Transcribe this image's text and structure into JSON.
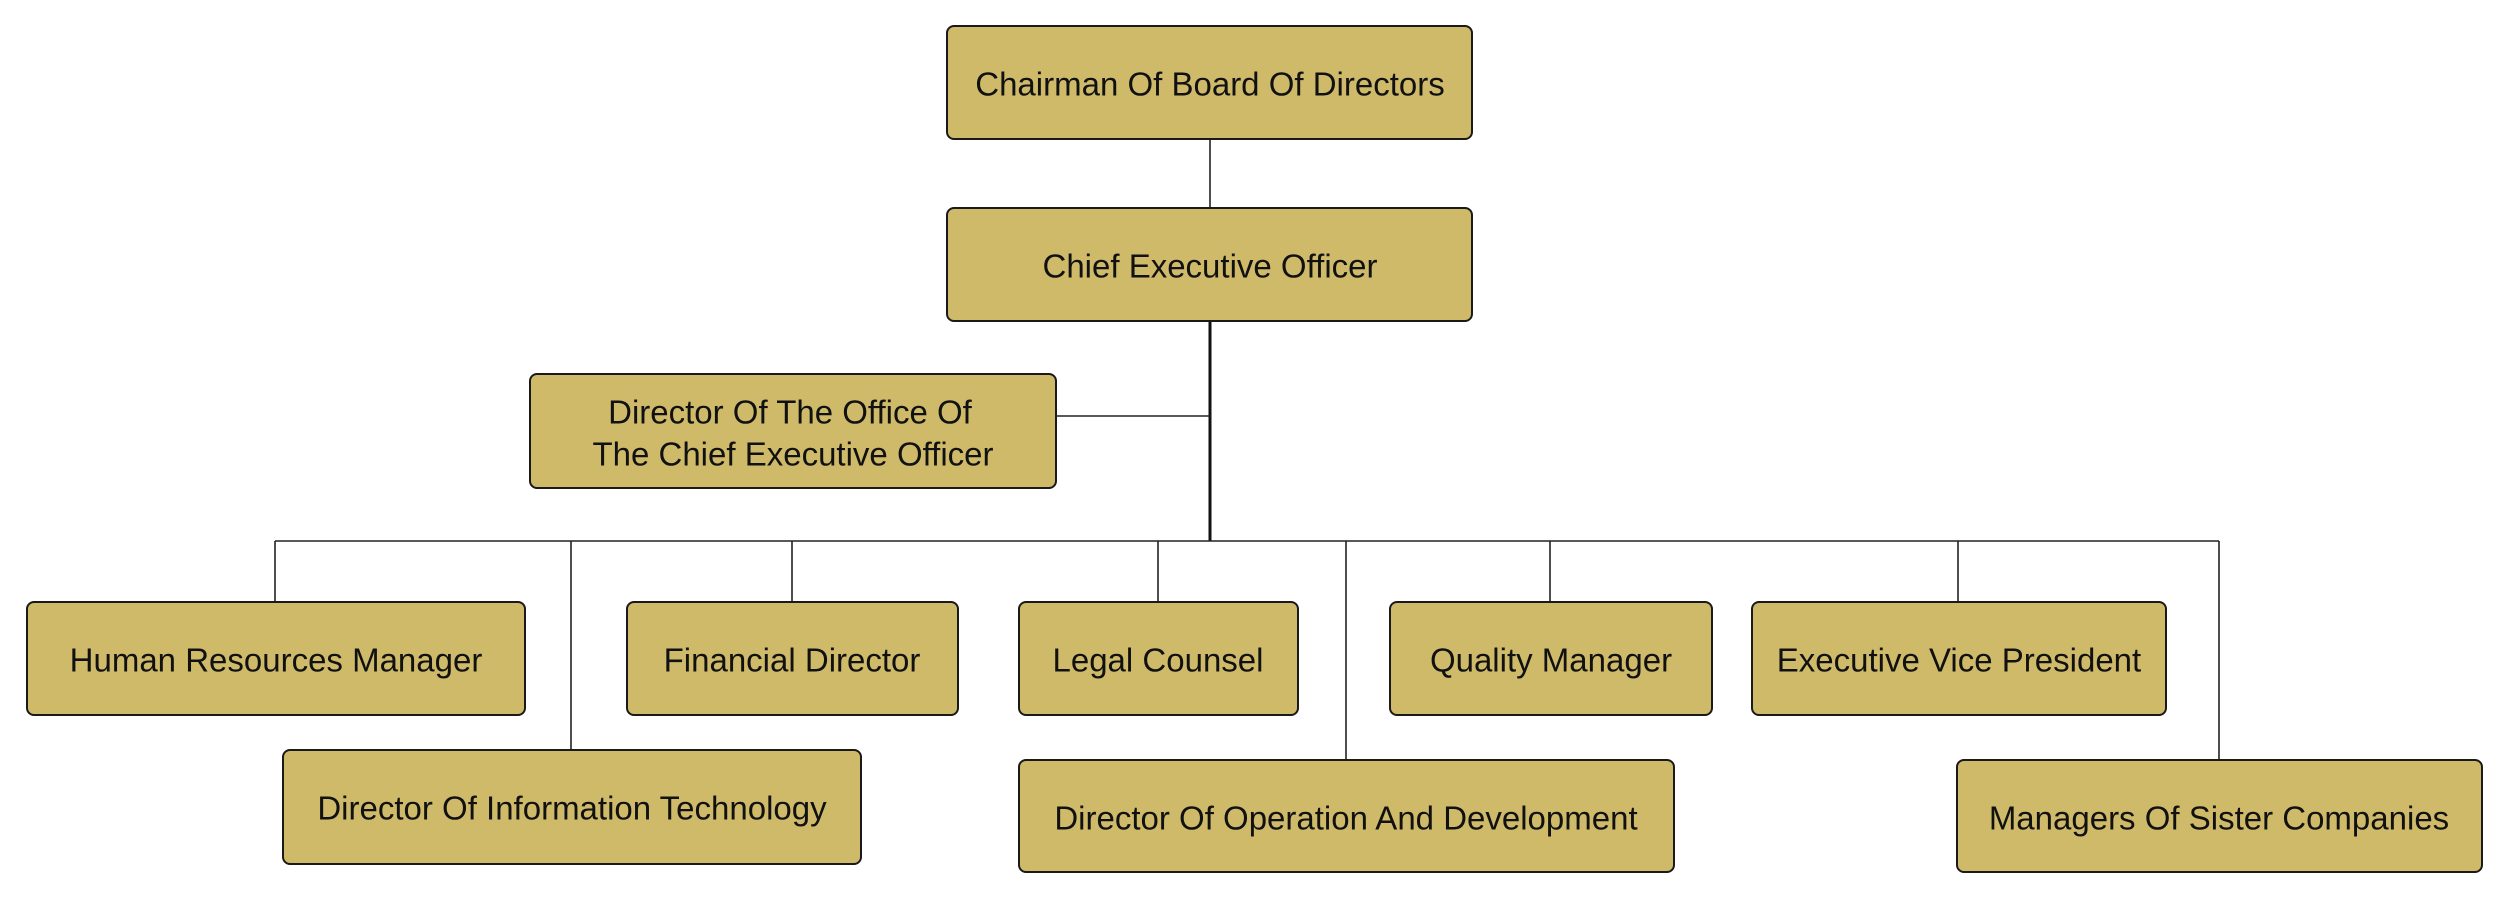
{
  "chart": {
    "fill_color": "#cfba69",
    "nodes": {
      "chairman": "Chairman Of Board Of Directors",
      "ceo": "Chief Executive Officer",
      "office_director_line1": "Director Of The Office Of",
      "office_director_line2": "The Chief Executive Officer",
      "hr": "Human Resources Manager",
      "it": "Director Of Information Technology",
      "finance": "Financial Director",
      "legal": "Legal Counsel",
      "operations": "Director Of Operation And Development",
      "quality": "Quality Manager",
      "evp": "Executive Vice President",
      "sister": "Managers Of Sister Companies"
    }
  }
}
